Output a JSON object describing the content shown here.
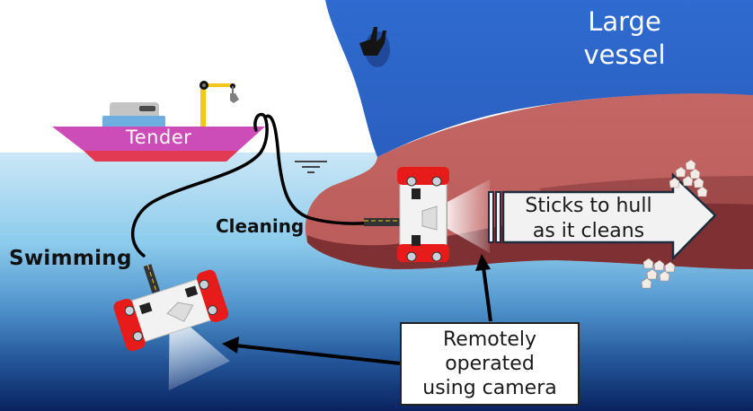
{
  "diagram": {
    "title_labels": {
      "tender": "Tender",
      "large_vessel_line1": "Large",
      "large_vessel_line2": "vessel",
      "cleaning": "Cleaning",
      "swimming": "Swimming"
    },
    "callouts": {
      "sticks_to_hull_line1": "Sticks to hull",
      "sticks_to_hull_line2": "as it cleans",
      "remote_line1": "Remotely",
      "remote_line2": "operated",
      "remote_line3": "using camera"
    },
    "colors": {
      "sky": "#ffffff",
      "water_top": "#c9e6f5",
      "water_mid": "#6fb9e3",
      "water_deep": "#0c2a66",
      "vessel_upper": "#2a63c4",
      "vessel_lower": "#c26461",
      "vessel_waterline": "#7d2e30",
      "tender_hull": "#cc4cb8",
      "tender_keel": "#e23a52",
      "tender_cabin": "#6eaee0",
      "tender_roof": "#c0c0c0",
      "crane": "#f2c81a",
      "robot_red": "#e81b1b",
      "robot_body": "#f2f2f2",
      "tether": "#000000",
      "arrow_fill": "#f2f2f2",
      "arrow_outline": "#1c2e3c"
    },
    "icons": {
      "waterline_symbol": "water-level-icon",
      "anchor": "anchor-icon",
      "barnacle": "barnacle-icon"
    }
  }
}
